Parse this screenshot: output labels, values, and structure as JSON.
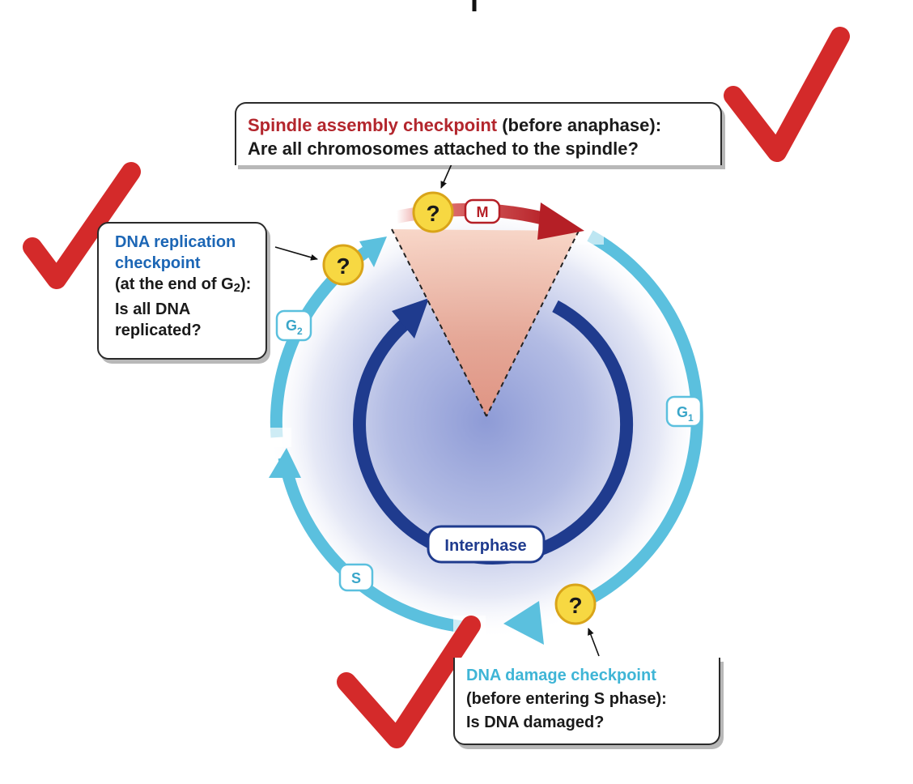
{
  "callouts": {
    "spindle": {
      "title": "Spindle assembly checkpoint",
      "title_rest": " (before anaphase):",
      "question": "Are all chromosomes attached to the spindle?"
    },
    "replication": {
      "title_line1": "DNA replication",
      "title_line2": "checkpoint",
      "detail_prefix": "(at the end of G",
      "detail_sub": "2",
      "detail_suffix": "):",
      "question_line1": "Is all DNA",
      "question_line2": "replicated?"
    },
    "damage": {
      "title": "DNA damage checkpoint",
      "detail": "(before entering S phase):",
      "question": "Is DNA damaged?"
    }
  },
  "cycle": {
    "phase_m": "M",
    "phase_g1": "G",
    "phase_g1_sub": "1",
    "phase_g2": "G",
    "phase_g2_sub": "2",
    "phase_s": "S",
    "interphase": "Interphase",
    "checkpoint_symbol": "?"
  },
  "colors": {
    "outer_ring": "#5bc0de",
    "inner_arrow": "#1e3a8a",
    "m_arrow": "#c0272d",
    "checkpoint_fill": "#f7d842",
    "checkmark": "#d42a2a"
  }
}
